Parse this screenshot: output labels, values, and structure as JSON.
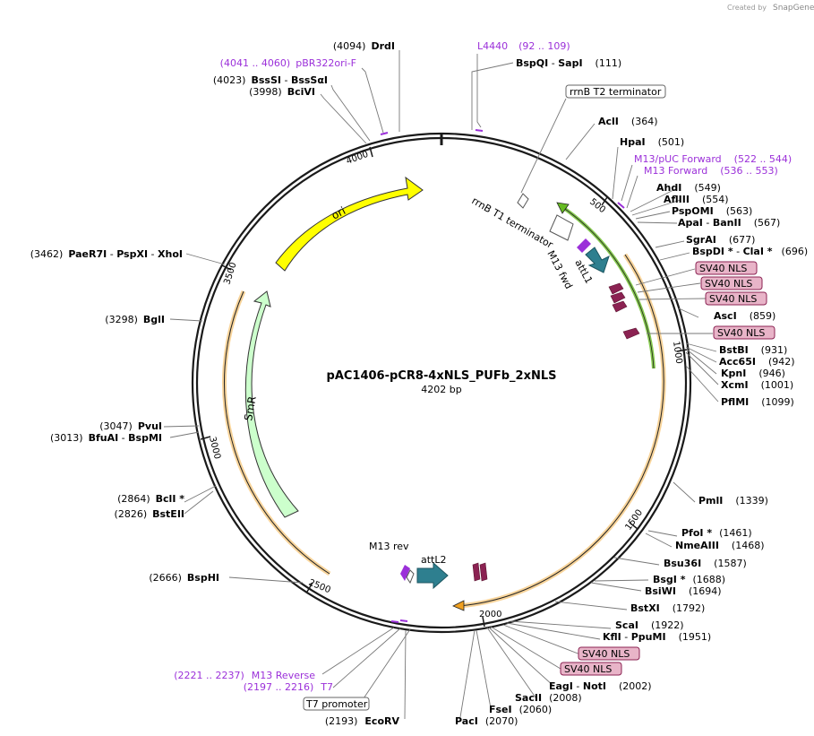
{
  "watermark": {
    "created_by": "Created by",
    "brand": "SnapGene"
  },
  "map": {
    "name": "pAC1406-pCR8-4xNLS_PUFb_2xNLS",
    "length": "4202 bp"
  },
  "ring_ticks": [
    "500",
    "1000",
    "1500",
    "2000",
    "2500",
    "3000",
    "3500",
    "4000"
  ],
  "features": {
    "ori": "ori",
    "smr": "SmR",
    "rrnb_t1": "rrnB T1 terminator",
    "m13_fwd": "M13 fwd",
    "attl1": "attL1",
    "m13_rev": "M13 rev",
    "attl2": "attL2"
  },
  "boxed_labels": {
    "rrnb_t2": "rrnB T2 terminator",
    "t7_promoter": "T7 promoter",
    "sv40": [
      "SV40 NLS",
      "SV40 NLS",
      "SV40 NLS",
      "SV40 NLS",
      "SV40 NLS",
      "SV40 NLS"
    ]
  },
  "primers": {
    "l4440": {
      "name": "L4440",
      "range": "(92 .. 109)"
    },
    "pbr322ori": {
      "range": "(4041 .. 4060)",
      "name": "pBR322ori-F"
    },
    "m13puc": {
      "name": "M13/pUC Forward",
      "range": "(522 .. 544)"
    },
    "m13fwd": {
      "name": "M13 Forward",
      "range": "(536 .. 553)"
    },
    "m13rev": {
      "range": "(2221 .. 2237)",
      "name": "M13 Reverse"
    },
    "t7": {
      "range": "(2197 .. 2216)",
      "name": "T7"
    }
  },
  "sites": {
    "drdi": {
      "pos": "(4094)",
      "name": "DrdI"
    },
    "bspqi": {
      "name": "BspQI",
      "sep": " - ",
      "name2": "SapI",
      "pos": "(111)"
    },
    "bsssi": {
      "pos": "(4023)",
      "name": "BssSI",
      "sep": " - ",
      "name2": "BssSαI"
    },
    "bcivi": {
      "pos": "(3998)",
      "name": "BciVI"
    },
    "acli": {
      "name": "AclI",
      "pos": "(364)"
    },
    "hpai": {
      "name": "HpaI",
      "pos": "(501)"
    },
    "ahdi": {
      "name": "AhdI",
      "pos": "(549)"
    },
    "aflii": {
      "name": "AflIII",
      "pos": "(554)"
    },
    "pspomi": {
      "name": "PspOMI",
      "pos": "(563)"
    },
    "apai": {
      "name": "ApaI",
      "sep": " - ",
      "name2": "BanII",
      "pos": "(567)"
    },
    "sgrai": {
      "name": "SgrAI",
      "pos": "(677)"
    },
    "bspdi": {
      "name": "BspDI *",
      "sep": " - ",
      "name2": "ClaI *",
      "pos": "(696)"
    },
    "asci": {
      "name": "AscI",
      "pos": "(859)"
    },
    "bstbi": {
      "name": "BstBI",
      "pos": "(931)"
    },
    "acc65i": {
      "name": "Acc65I",
      "pos": "(942)"
    },
    "kpni": {
      "name": "KpnI",
      "pos": "(946)"
    },
    "xcmi": {
      "name": "XcmI",
      "pos": "(1001)"
    },
    "pflmi": {
      "name": "PflMI",
      "pos": "(1099)"
    },
    "pmli": {
      "name": "PmlI",
      "pos": "(1339)"
    },
    "pfoi": {
      "name": "PfoI *",
      "pos": "(1461)"
    },
    "nmeaiii": {
      "name": "NmeAIII",
      "pos": "(1468)"
    },
    "bsu36i": {
      "name": "Bsu36I",
      "pos": "(1587)"
    },
    "bsgi": {
      "name": "BsgI *",
      "pos": "(1688)"
    },
    "bsiwi": {
      "name": "BsiWI",
      "pos": "(1694)"
    },
    "bstxi": {
      "name": "BstXI",
      "pos": "(1792)"
    },
    "scai": {
      "name": "ScaI",
      "pos": "(1922)"
    },
    "kfli": {
      "name": "KflI",
      "sep": " - ",
      "name2": "PpuMI",
      "pos": "(1951)"
    },
    "eagi": {
      "name": "EagI",
      "sep": " - ",
      "name2": "NotI",
      "pos": "(2002)"
    },
    "sacii": {
      "name": "SacII",
      "pos": "(2008)"
    },
    "fsei": {
      "name": "FseI",
      "pos": "(2060)"
    },
    "paci": {
      "name": "PacI",
      "pos": "(2070)"
    },
    "ecorv": {
      "pos": "(2193)",
      "name": "EcoRV"
    },
    "paer7i": {
      "pos": "(3462)",
      "name": "PaeR7I",
      "sep": " - ",
      "name2": "PspXI",
      "sep2": " - ",
      "name3": "XhoI"
    },
    "bgli": {
      "pos": "(3298)",
      "name": "BglI"
    },
    "pvui": {
      "pos": "(3047)",
      "name": "PvuI"
    },
    "bfuai": {
      "pos": "(3013)",
      "name": "BfuAI",
      "sep": " - ",
      "name2": "BspMI"
    },
    "bcli": {
      "pos": "(2864)",
      "name": "BclI *"
    },
    "bsteii": {
      "pos": "(2826)",
      "name": "BstEII"
    },
    "bsphi": {
      "pos": "(2666)",
      "name": "BspHI"
    }
  },
  "colors": {
    "backbone": "#1a1a1a",
    "ori": "#ffff00",
    "smr": "#ccffcc",
    "attl": "#2e7f8f",
    "primer": "#9b30d9",
    "sv40": "#e8b4c8",
    "nls_arrow": "#8b2252",
    "orange": "#f0a020",
    "green": "#66bb22"
  }
}
